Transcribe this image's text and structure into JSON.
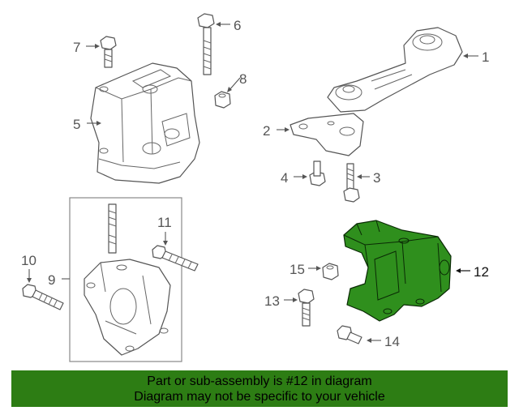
{
  "callouts": {
    "c1": "1",
    "c2": "2",
    "c3": "3",
    "c4": "4",
    "c5": "5",
    "c6": "6",
    "c7": "7",
    "c8": "8",
    "c9": "9",
    "c10": "10",
    "c11": "11",
    "c12": "12",
    "c13": "13",
    "c14": "14",
    "c15": "15"
  },
  "highlighted_part": "12",
  "colors": {
    "highlight_fill": "#2f8f1d",
    "banner_bg": "#2d7d14",
    "line": "#555555"
  },
  "banner": {
    "line1": "Part or sub-assembly is #12 in diagram",
    "line2": "Diagram may not be specific to your vehicle"
  }
}
